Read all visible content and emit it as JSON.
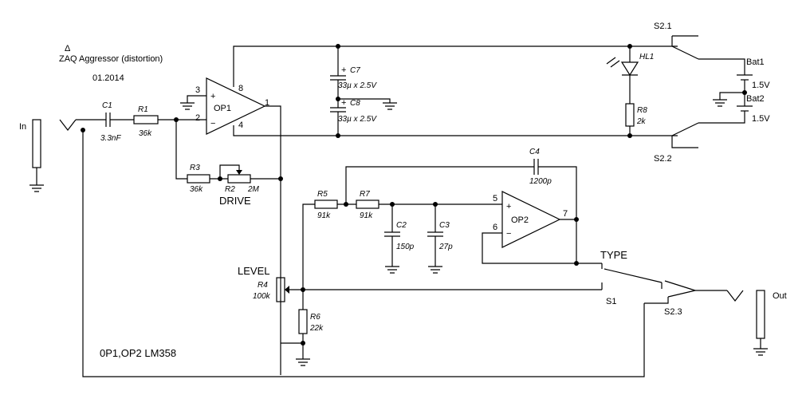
{
  "title": {
    "symbol": "Δ",
    "name": "ZAQ Aggressor  (distortion)",
    "date": "01.2014"
  },
  "note": "0P1,OP2 LM358",
  "io": {
    "in": "In",
    "out": "Out"
  },
  "labels": {
    "drive": "DRIVE",
    "level": "LEVEL",
    "type": "TYPE"
  },
  "components": {
    "C1": {
      "ref": "C1",
      "value": "3.3nF"
    },
    "R1": {
      "ref": "R1",
      "value": "36k"
    },
    "R3": {
      "ref": "R3",
      "value": "36k"
    },
    "R2": {
      "ref": "R2",
      "value": "2M"
    },
    "R4": {
      "ref": "R4",
      "value": "100k"
    },
    "R5": {
      "ref": "R5",
      "value": "91k"
    },
    "R6": {
      "ref": "R6",
      "value": "22k"
    },
    "R7": {
      "ref": "R7",
      "value": "91k"
    },
    "R8": {
      "ref": "R8",
      "value": "2k"
    },
    "C2": {
      "ref": "C2",
      "value": "150p"
    },
    "C3": {
      "ref": "C3",
      "value": "27p"
    },
    "C4": {
      "ref": "C4",
      "value": "1200p"
    },
    "C7": {
      "ref": "C7",
      "value": "33µ x 2.5V"
    },
    "C8": {
      "ref": "C8",
      "value": "33µ x 2.5V"
    },
    "HL1": {
      "ref": "HL1"
    },
    "OP1": {
      "ref": "OP1",
      "pins": [
        "3",
        "2",
        "8",
        "4",
        "1"
      ]
    },
    "OP2": {
      "ref": "OP2",
      "pins": [
        "5",
        "6",
        "7"
      ]
    },
    "Bat1": {
      "ref": "Bat1",
      "value": "1.5V"
    },
    "Bat2": {
      "ref": "Bat2",
      "value": "1.5V"
    }
  },
  "switches": {
    "s21": "S2.1",
    "s22": "S2.2",
    "s23": "S2.3",
    "s1": "S1"
  },
  "polarity": {
    "plus": "+",
    "minus": "−"
  }
}
